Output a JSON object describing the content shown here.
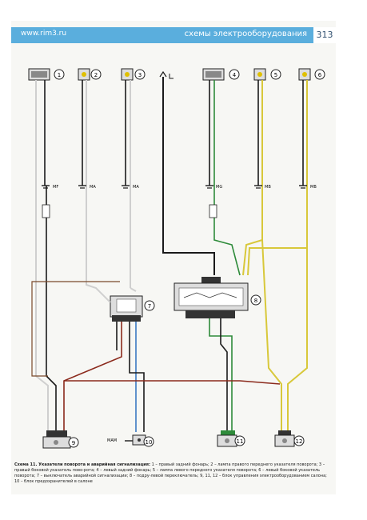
{
  "header": {
    "site": "www.rim3.ru",
    "section_title": "схемы электрооборудования",
    "page_number": "313"
  },
  "connectors": {
    "c1": "1",
    "c2": "2",
    "c3": "3",
    "c4": "4",
    "c5": "5",
    "c6": "6",
    "c7": "7",
    "c8": "8",
    "c9": "9",
    "c10": "10",
    "c11": "11",
    "c12": "12"
  },
  "grounds": {
    "g_mf": "MF",
    "g_ma1": "MA",
    "g_ma2": "MA",
    "g_mg": "MG",
    "g_mb1": "MB",
    "g_mb2": "MB",
    "g_mam": "MAM"
  },
  "colors": {
    "wire_black": "#1a1a1a",
    "wire_white": "#cfcfcf",
    "wire_green": "#2e8b3a",
    "wire_yellow": "#d8c83a",
    "wire_red": "#8b2a1c",
    "wire_blue": "#3a78c2",
    "wire_brown": "#7a4a2a",
    "header_blue": "#5aaedd"
  },
  "caption": {
    "lead": "Схема 11. Указатели поворота и аварийная сигнализация:",
    "text": "1 – правый задний фонарь; 2 – лампа правого переднего указателя поворота; 3 – правый боковой указатель пово-рота; 4 – левый задний фонарь; 5 – лампа левого переднего указателя поворота; 6 – левый боковой указатель поворота; 7 – выключатель аварийной сигнализации; 8 – подру-левой переключатель; 9, 11, 12 – блок управления электрооборудованием салона; 10 – блок предохранителей в салоне"
  }
}
